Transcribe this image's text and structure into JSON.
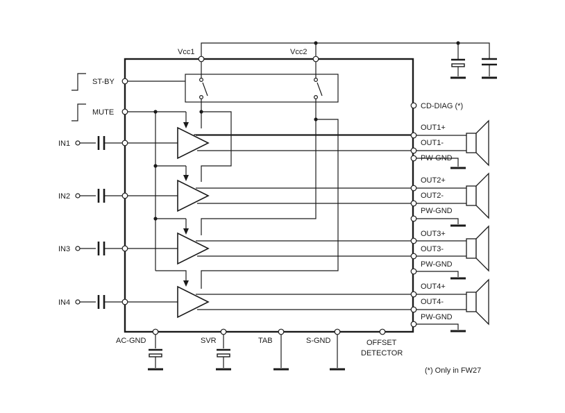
{
  "labels": {
    "vcc1": "Vcc1",
    "vcc2": "Vcc2",
    "stby": "ST-BY",
    "mute": "MUTE",
    "in1": "IN1",
    "in2": "IN2",
    "in3": "IN3",
    "in4": "IN4",
    "cd_diag": "CD-DIAG (*)",
    "out1p": "OUT1+",
    "out1m": "OUT1-",
    "pwgnd1": "PW-GND",
    "out2p": "OUT2+",
    "out2m": "OUT2-",
    "pwgnd2": "PW-GND",
    "out3p": "OUT3+",
    "out3m": "OUT3-",
    "pwgnd3": "PW-GND",
    "out4p": "OUT4+",
    "out4m": "OUT4-",
    "pwgnd4": "PW-GND",
    "ac_gnd": "AC-GND",
    "svr": "SVR",
    "tab": "TAB",
    "s_gnd": "S-GND",
    "offset_line1": "OFFSET",
    "offset_line2": "DETECTOR",
    "footnote": "(*) Only in FW27"
  }
}
